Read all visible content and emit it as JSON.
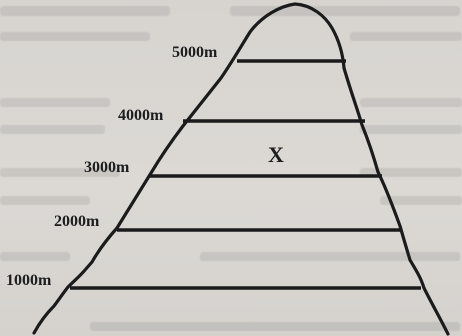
{
  "diagram": {
    "contour_labels": [
      "5000m",
      "4000m",
      "3000m",
      "2000m",
      "1000m"
    ],
    "point_label": "X"
  }
}
